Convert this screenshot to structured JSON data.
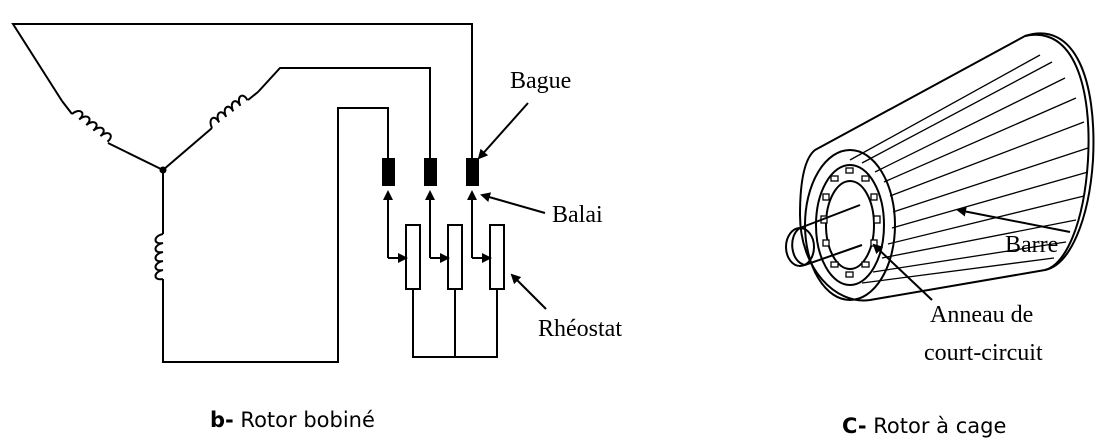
{
  "left_figure": {
    "label_ring": "Bague",
    "label_brush": "Balai",
    "label_rheostat": "Rhéostat",
    "caption_prefix": "b-",
    "caption_text": " Rotor bobiné"
  },
  "right_figure": {
    "label_bar": "Barre",
    "label_ring_line1": "Anneau de",
    "label_ring_line2": "court-circuit",
    "caption_prefix": "C-",
    "caption_text": " Rotor à cage"
  }
}
